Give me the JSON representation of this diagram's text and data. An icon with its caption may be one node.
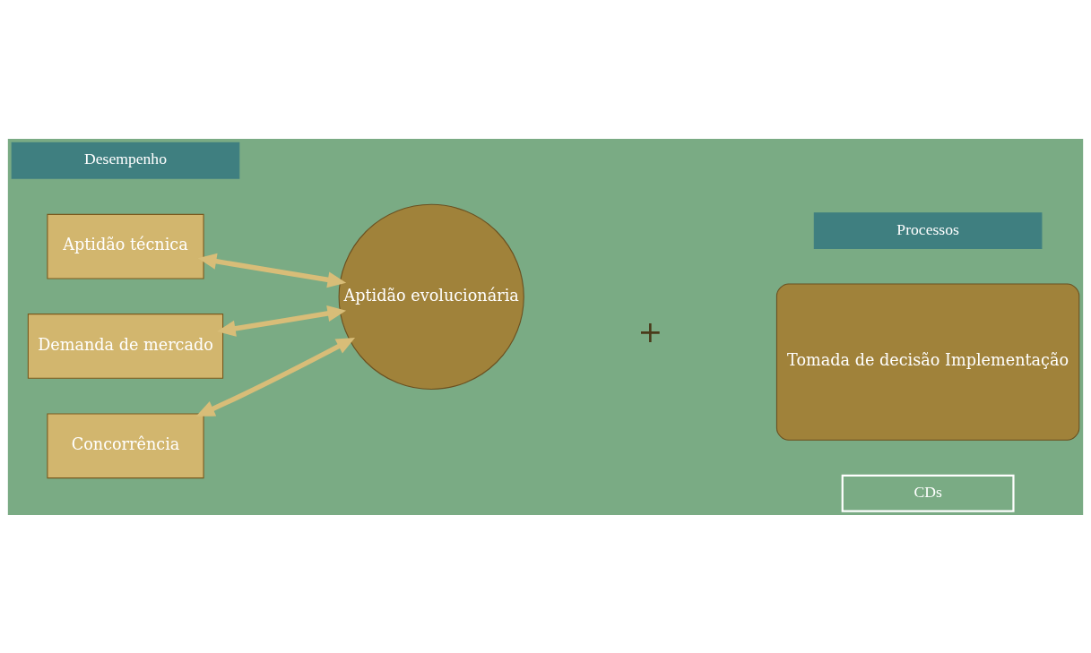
{
  "diagram": {
    "nodes": [
      {
        "text": [
          "Desempenho"
        ]
      },
      {
        "text": [
          "Processos"
        ]
      },
      {
        "text": [
          "Aptidão técnica"
        ]
      },
      {
        "text": [
          "Demanda de mercado"
        ]
      },
      {
        "text": [
          "Concorrência"
        ]
      },
      {
        "text": [
          "Aptidão evolucionária"
        ]
      },
      {
        "text": [
          "Tomada de decisão Implementação"
        ]
      },
      {
        "text": [
          "CDs"
        ]
      }
    ],
    "edges": [
      {
        "from": 2,
        "to": 5,
        "arrow": "both"
      },
      {
        "from": 3,
        "to": 5,
        "arrow": "both"
      },
      {
        "from": 4,
        "to": 5,
        "arrow": "both"
      }
    ],
    "labels": [
      "+"
    ]
  }
}
